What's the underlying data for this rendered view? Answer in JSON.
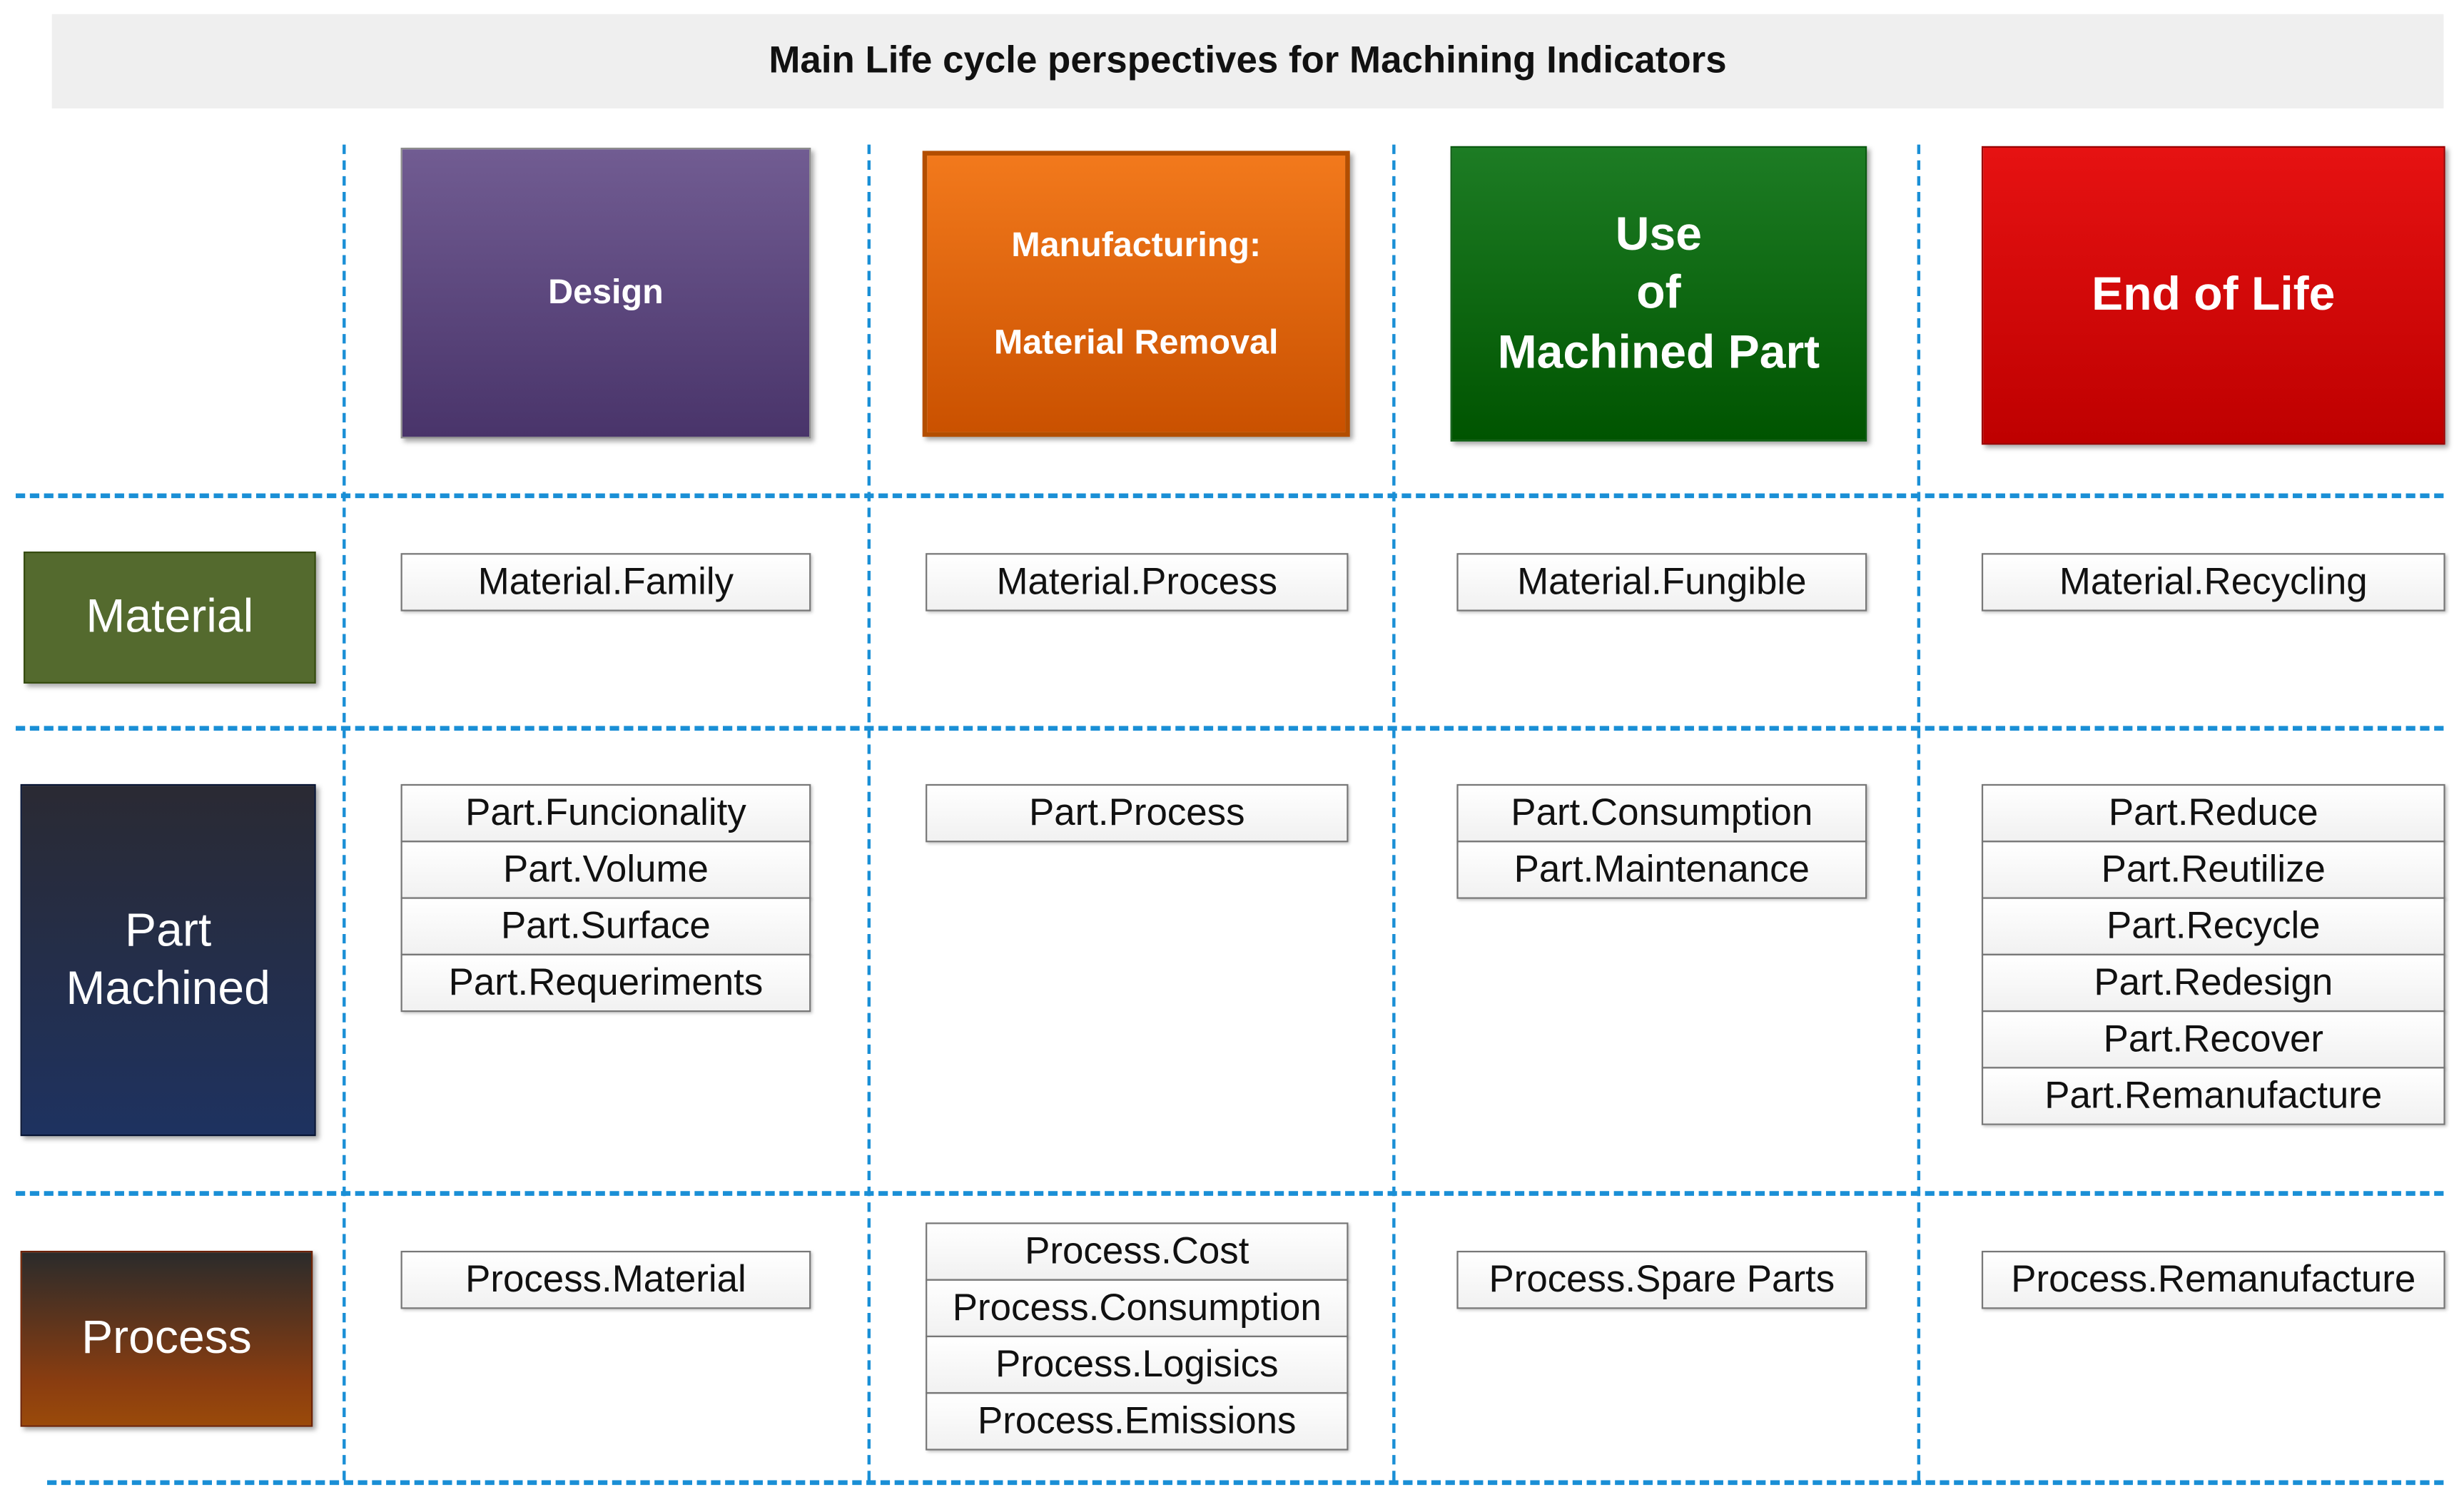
{
  "title": "Main Life cycle perspectives for Machining Indicators",
  "phases": {
    "design": {
      "lines": [
        "Design"
      ],
      "color": "#5f4a80"
    },
    "manufacturing": {
      "lines": [
        "Manufacturing:",
        "Material Removal"
      ],
      "color": "#e0670a"
    },
    "use": {
      "lines": [
        "Use",
        "of",
        "Machined Part"
      ],
      "color": "#0b6a12"
    },
    "end_of_life": {
      "lines": [
        "End of Life"
      ],
      "color": "#d40000"
    }
  },
  "rows": {
    "material": {
      "lines": [
        "Material"
      ],
      "color": "#546a2e"
    },
    "part": {
      "lines": [
        "Part",
        "Machined"
      ],
      "color": "#233050"
    },
    "process": {
      "lines": [
        "Process"
      ],
      "color": "#8a3d10"
    }
  },
  "cells": {
    "material": {
      "design": [
        "Material.Family"
      ],
      "manufacturing": [
        "Material.Process"
      ],
      "use": [
        "Material.Fungible"
      ],
      "end_of_life": [
        "Material.Recycling"
      ]
    },
    "part": {
      "design": [
        "Part.Funcionality",
        "Part.Volume",
        "Part.Surface",
        "Part.Requeriments"
      ],
      "manufacturing": [
        "Part.Process"
      ],
      "use": [
        "Part.Consumption",
        "Part.Maintenance"
      ],
      "end_of_life": [
        "Part.Reduce",
        "Part.Reutilize",
        "Part.Recycle",
        "Part.Redesign",
        "Part.Recover",
        "Part.Remanufacture"
      ]
    },
    "process": {
      "design": [
        "Process.Material"
      ],
      "manufacturing": [
        "Process.Cost",
        "Process.Consumption",
        "Process.Logisics",
        "Process.Emissions"
      ],
      "use": [
        "Process.Spare Parts"
      ],
      "end_of_life": [
        "Process.Remanufacture"
      ]
    }
  }
}
